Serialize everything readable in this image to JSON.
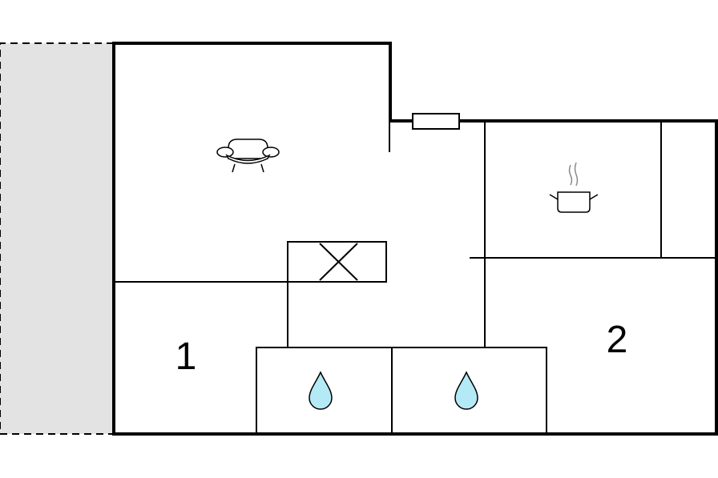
{
  "floorplan": {
    "rooms": [
      {
        "id": "bedroom-1",
        "label": "1"
      },
      {
        "id": "bedroom-2",
        "label": "2"
      }
    ],
    "icons": {
      "living": "armchair-icon",
      "kitchen": "cooking-pot-icon",
      "bath_left": "water-drop-icon",
      "bath_right": "water-drop-icon",
      "stairs": "stair-void-icon",
      "window": "window-icon"
    },
    "colors": {
      "wall": "#000000",
      "terrace": "#e3e3e3",
      "water": "#b3eaf5",
      "background": "#ffffff",
      "steam": "#8a8a8a"
    }
  }
}
